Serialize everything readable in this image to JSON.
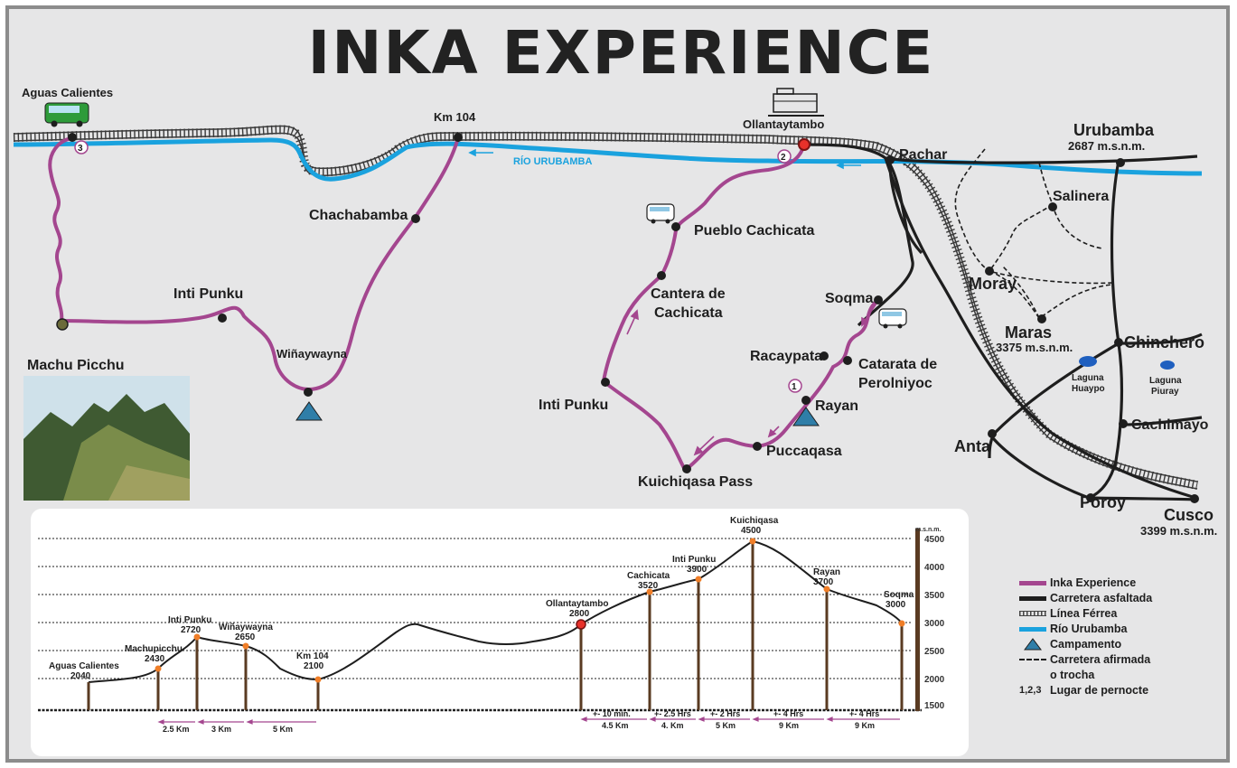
{
  "title": "INKA EXPERIENCE",
  "colors": {
    "trail": "#a4468f",
    "road": "#1e1e1e",
    "river": "#1aa2de",
    "rail": "#555555",
    "background": "#e6e6e7",
    "profile_marker": "#f07e28",
    "start_marker": "#e8312a",
    "pole": "#5a3b22"
  },
  "map": {
    "places": {
      "aguas_calientes": "Aguas Calientes",
      "km104": "Km 104",
      "ollantaytambo": "Ollantaytambo",
      "pachar": "Pachar",
      "urubamba": "Urubamba",
      "urubamba_alt": "2687 m.s.n.m.",
      "chachabamba": "Chachabamba",
      "pueblo_cachicata": "Pueblo Cachicata",
      "salinera": "Salinera",
      "moray": "Moray",
      "cantera": "Cantera de",
      "cantera2": "Cachicata",
      "inti_punku_1": "Inti Punku",
      "soqma": "Soqma",
      "maras": "Maras",
      "maras_alt": "3375 m.s.n.m.",
      "chinchero": "Chinchero",
      "winaywayna": "Wiñaywayna",
      "racaypata": "Racaypata",
      "catarata": "Catarata de",
      "catarata2": "Perolniyoc",
      "laguna_huaypo": "Laguna",
      "laguna_huaypo2": "Huaypo",
      "laguna_piuray": "Laguna",
      "laguna_piuray2": "Piuray",
      "inti_punku_2": "Inti Punku",
      "rayan": "Rayan",
      "cachimayo": "Cachimayo",
      "machu_picchu": "Machu Picchu",
      "puccaqasa": "Puccaqasa",
      "anta": "Anta",
      "kuichiqasa_pass": "Kuichiqasa Pass",
      "poroy": "Poroy",
      "cusco": "Cusco",
      "cusco_alt": "3399 m.s.n.m."
    },
    "river_label": "RÍO URUBAMBA",
    "night_numbers": [
      "1",
      "2",
      "3"
    ]
  },
  "profile": {
    "unit_label": "m.s.n.m.",
    "y_ticks": [
      "4500",
      "4000",
      "3500",
      "3000",
      "2500",
      "2000",
      "1500"
    ],
    "points": [
      {
        "name": "Aguas Calientes",
        "alt": "2040"
      },
      {
        "name": "Machupicchu",
        "alt": "2430"
      },
      {
        "name": "Inti Punku",
        "alt": "2720"
      },
      {
        "name": "Wiñaywayna",
        "alt": "2650"
      },
      {
        "name": "Km 104",
        "alt": "2100"
      },
      {
        "name": "Ollantaytambo",
        "alt": "2800"
      },
      {
        "name": "Cachicata",
        "alt": "3520"
      },
      {
        "name": "Inti Punku",
        "alt": "3900"
      },
      {
        "name": "Kuichiqasa",
        "alt": "4500"
      },
      {
        "name": "Rayan",
        "alt": "3700"
      },
      {
        "name": "Soqma",
        "alt": "3000"
      }
    ],
    "segments_left": [
      "2.5 Km",
      "3 Km",
      "5 Km"
    ],
    "segments_right": [
      {
        "time": "+- 10 min.",
        "dist": "4.5 Km"
      },
      {
        "time": "+- 2.5 Hrs",
        "dist": "4. Km"
      },
      {
        "time": "+- 2 Hrs",
        "dist": "5 Km"
      },
      {
        "time": "+- 4 Hrs",
        "dist": "9 Km"
      },
      {
        "time": "+- 4 Hrs",
        "dist": "9 Km"
      }
    ]
  },
  "legend": {
    "items": [
      "Inka Experience",
      "Carretera asfaltada",
      "Línea Férrea",
      "Río Urubamba",
      "Campamento",
      "Carretera afirmada",
      "o trocha",
      "Lugar de pernocte"
    ],
    "night_prefix": "1,2,3"
  }
}
